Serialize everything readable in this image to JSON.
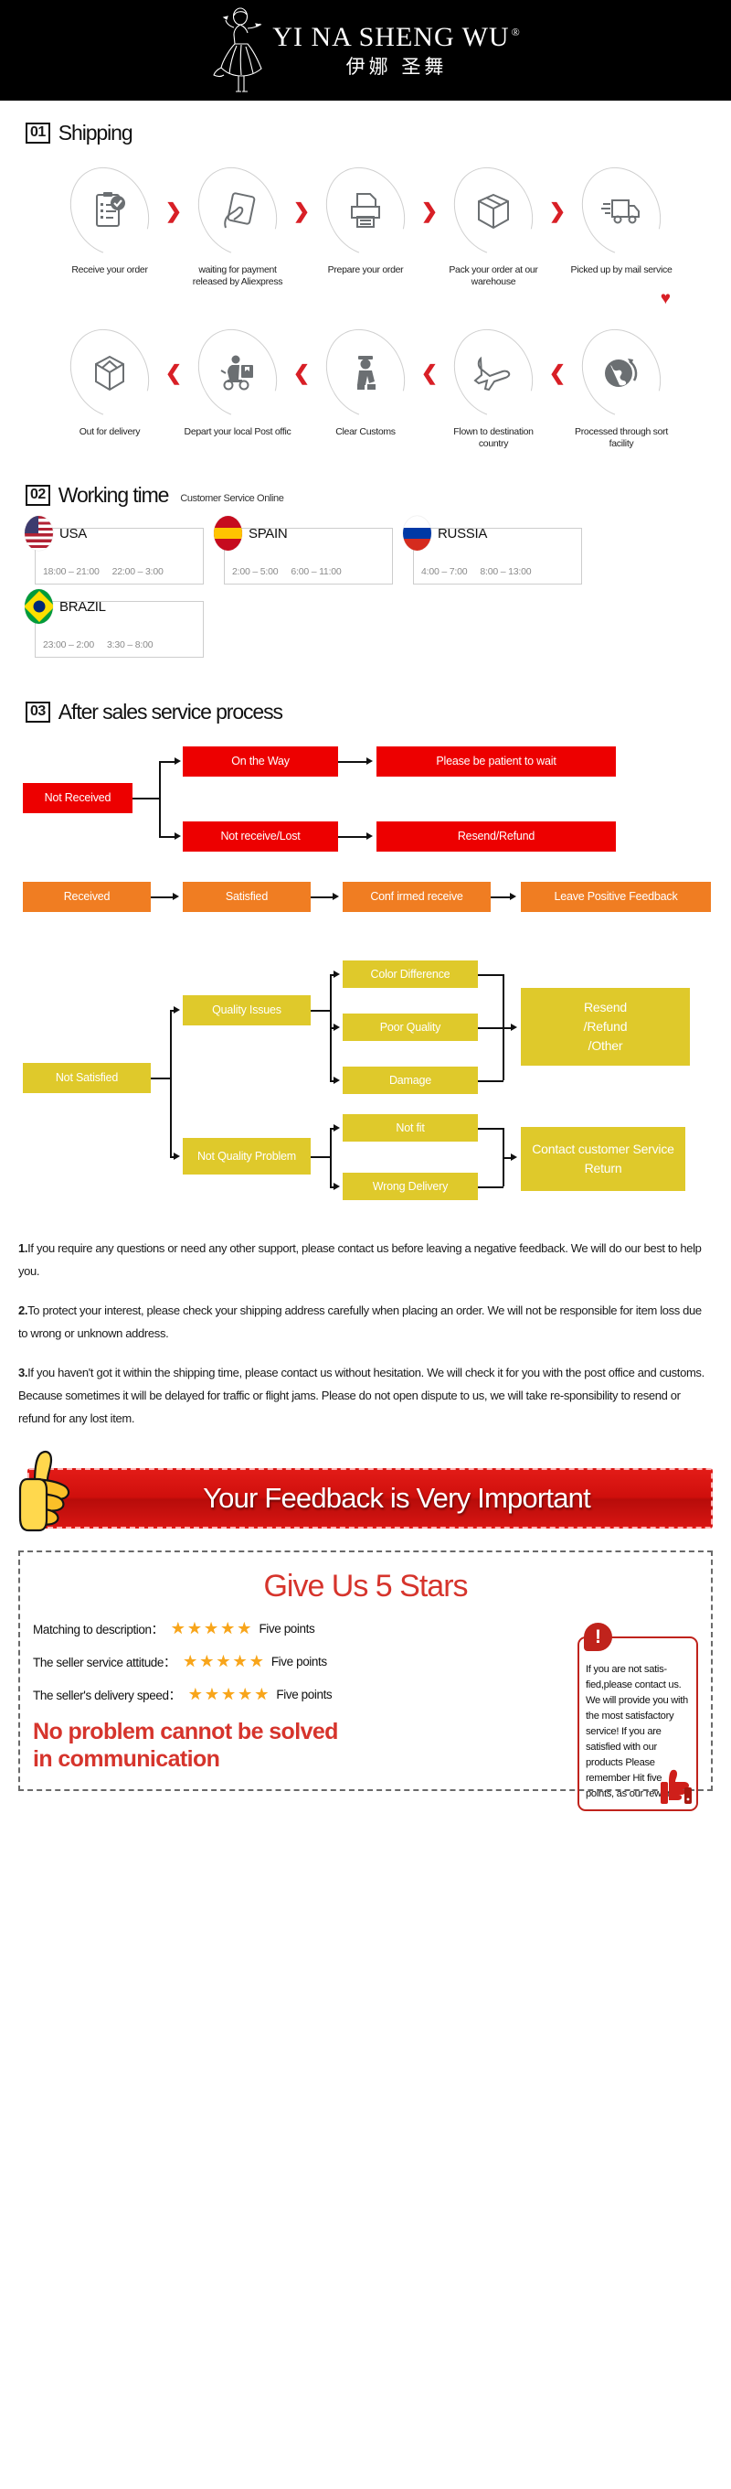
{
  "header": {
    "brand_en": "YI NA SHENG WU",
    "registered": "®",
    "brand_cn": "伊娜 圣舞",
    "logo_icon": "dancer-logo-icon"
  },
  "section_shipping": {
    "number": "01",
    "title": "Shipping",
    "steps_row1": [
      {
        "icon": "clipboard-check-icon",
        "label": "Receive your order"
      },
      {
        "icon": "hand-card-icon",
        "label": "waiting for payment released by Aliexpress"
      },
      {
        "icon": "printer-icon",
        "label": "Prepare your order"
      },
      {
        "icon": "box-icon",
        "label": "Pack your order at our warehouse"
      },
      {
        "icon": "truck-icon",
        "label": "Picked up by mail service"
      }
    ],
    "steps_row2": [
      {
        "icon": "open-box-icon",
        "label": "Out  for delivery"
      },
      {
        "icon": "scooter-courier-icon",
        "label": "Depart your local Post offic"
      },
      {
        "icon": "customs-officer-icon",
        "label": "Clear Customs"
      },
      {
        "icon": "airplane-icon",
        "label": "Flown to destination country"
      },
      {
        "icon": "globe-arrow-icon",
        "label": "Processed through sort facility"
      }
    ],
    "chevron_right": "❯",
    "chevron_left": "❮",
    "heart": "♥"
  },
  "section_working_time": {
    "number": "02",
    "title": "Working time",
    "subtitle": "Customer Service Online",
    "cards": [
      {
        "flag": "usa-flag-icon",
        "country": "USA",
        "slot1": "18:00 – 21:00",
        "slot2": "22:00 – 3:00"
      },
      {
        "flag": "spain-flag-icon",
        "country": "SPAIN",
        "slot1": "2:00 – 5:00",
        "slot2": "6:00 – 11:00"
      },
      {
        "flag": "russia-flag-icon",
        "country": "RUSSIA",
        "slot1": "4:00 – 7:00",
        "slot2": "8:00 – 13:00"
      },
      {
        "flag": "brazil-flag-icon",
        "country": "BRAZIL",
        "slot1": "23:00 – 2:00",
        "slot2": "3:30 – 8:00"
      }
    ]
  },
  "section_after_sales": {
    "number": "03",
    "title": "After sales service process",
    "flow_not_received": {
      "root": "Not Received",
      "branch_top": "On the Way",
      "branch_top_result": "Please be patient to wait",
      "branch_bottom": "Not receive/Lost",
      "branch_bottom_result": "Resend/Refund"
    },
    "flow_received": {
      "step1": "Received",
      "step2": "Satisfied",
      "step3": "Conf irmed receive",
      "step4": "Leave Positive Feedback"
    },
    "flow_not_satisfied": {
      "root": "Not Satisfied",
      "quality_issues": "Quality Issues",
      "q1": "Color Difference",
      "q2": "Poor Quality",
      "q3": "Damage",
      "q_result": "Resend\n/Refund\n/Other",
      "not_quality": "Not Quality Problem",
      "n1": "Not fit",
      "n2": "Wrong Delivery",
      "n_result": "Contact customer Service Return"
    }
  },
  "notes": [
    {
      "num": "1.",
      "text": "If you require any questions or need any other support, please contact us before leaving a negative feedback. We will do our best to help you."
    },
    {
      "num": "2.",
      "text": "To protect your interest, please check your shipping address carefully when placing an order. We will not be responsible for item loss due to wrong or unknown address."
    },
    {
      "num": "3.",
      "text": "If you haven't got it within the shipping time, please contact us without hesitation. We will check it for you with the post office and customs. Because sometimes it will be delayed for traffic or flight jams. Please do not open dispute to us, we will take re-sponsibility to resend or refund for any lost item."
    }
  ],
  "feedback_banner": {
    "text": "Your Feedback is Very Important",
    "icon": "thumbs-up-icon"
  },
  "stars_section": {
    "title": "Give Us 5 Stars",
    "rows": [
      {
        "label": "Matching to description：",
        "stars": "★★★★★",
        "points": "Five points"
      },
      {
        "label": "The seller service attitude：",
        "stars": "★★★★★",
        "points": "Five points"
      },
      {
        "label": "The seller's delivery speed：",
        "stars": "★★★★★",
        "points": "Five points"
      }
    ],
    "slogan_line1": "No problem cannot be solved",
    "slogan_line2": "in communication",
    "note_icon": "exclamation-icon",
    "note_thumb_icon": "thumbs-up-red-icon",
    "note_text": "If you are not satis-fied,please contact us. We will provide you with the most satisfactory service! If you are satisfied with our products Please remember Hit five points, as our reward!"
  },
  "colors": {
    "red": "#ed0000",
    "orange": "#f07d22",
    "yellow": "#dfc92b",
    "banner_red": "#cf0f0c",
    "accent_dark_red": "#d6342c"
  }
}
